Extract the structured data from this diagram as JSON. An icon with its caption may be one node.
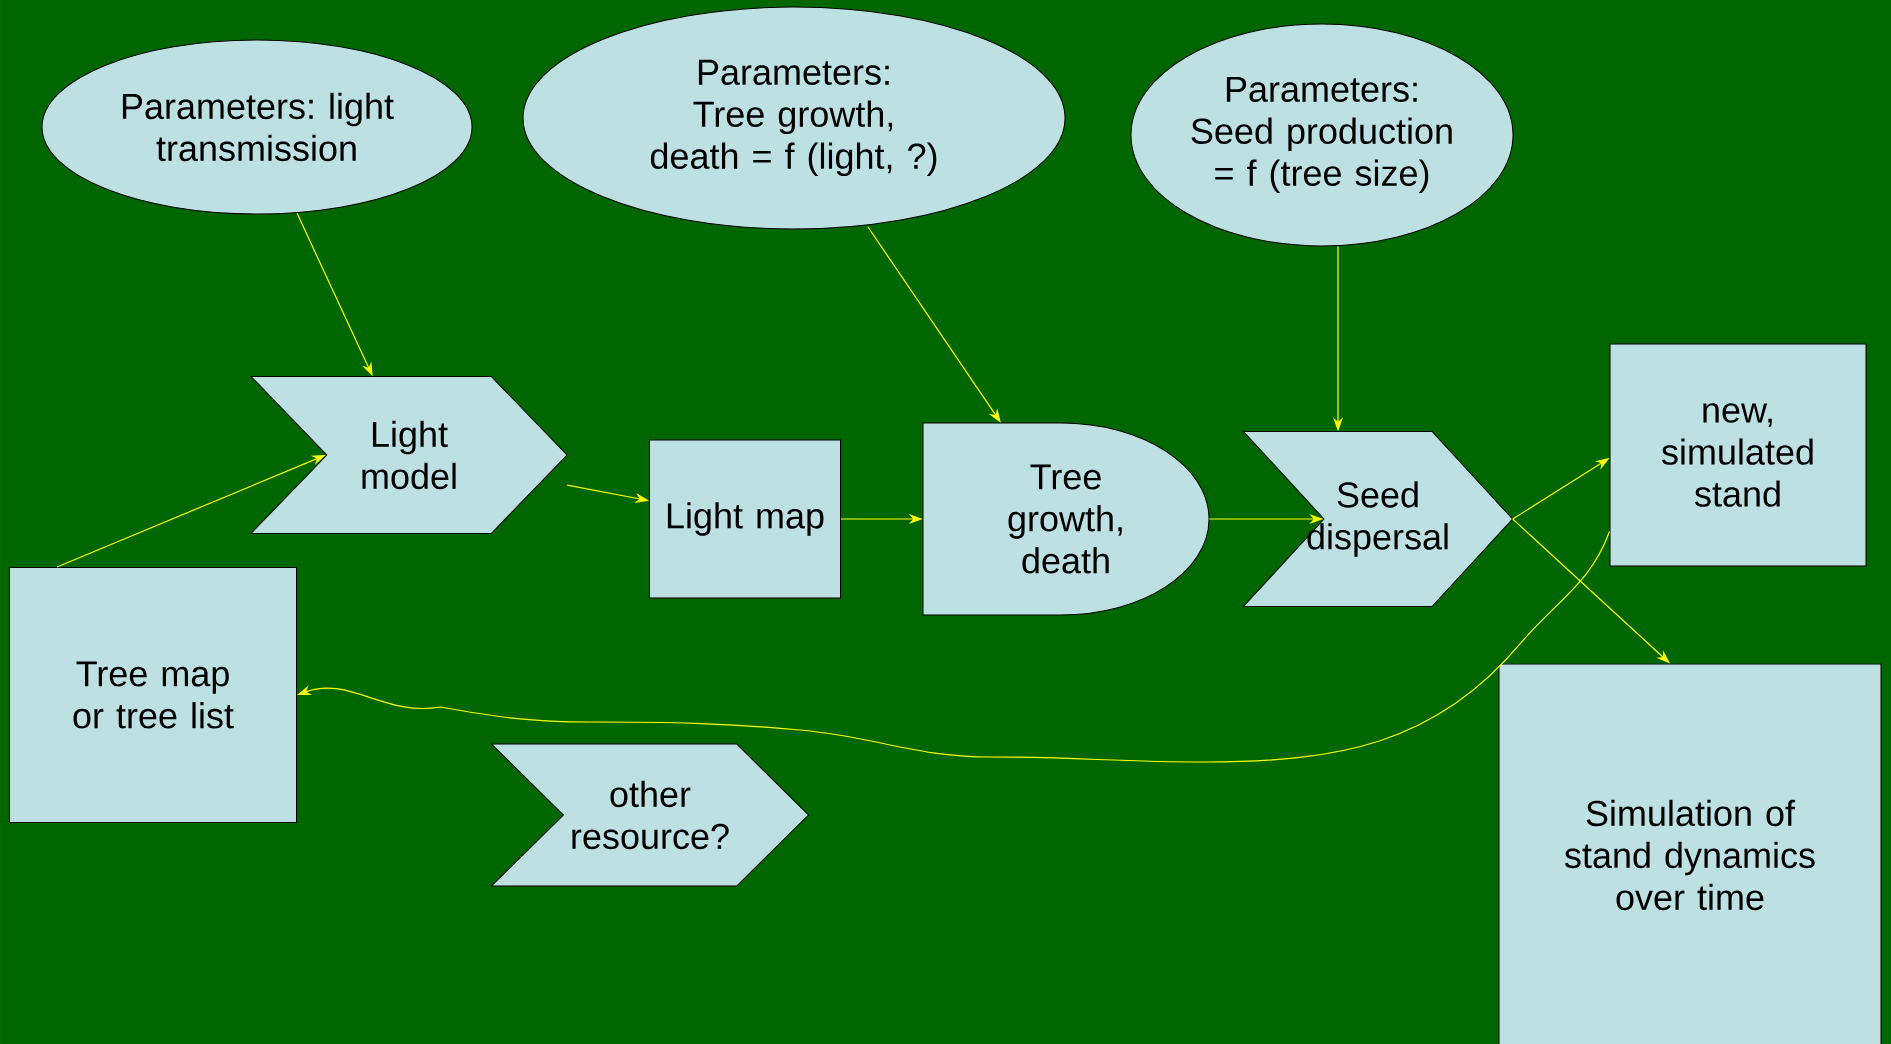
{
  "diagram": {
    "nodes": [
      {
        "text": [
          "Parameters: light transmission"
        ]
      },
      {
        "text": [
          "Parameters:",
          "Tree growth, death = f (light, ?)"
        ]
      },
      {
        "text": [
          "Parameters:",
          "Seed production = f (tree size)"
        ]
      },
      {
        "text": [
          "Light model"
        ]
      },
      {
        "text": [
          "Light map"
        ]
      },
      {
        "text": [
          "Tree growth, death"
        ]
      },
      {
        "text": [
          "Seed dispersal"
        ]
      },
      {
        "text": [
          "new, simulated stand"
        ]
      },
      {
        "text": [
          "Tree map or tree list"
        ]
      },
      {
        "text": [
          "other resource?"
        ]
      },
      {
        "text": [
          "Simulation of stand dynamics over time"
        ]
      }
    ],
    "edges": [
      {
        "from": 0,
        "to": 3,
        "arrow": "to"
      },
      {
        "from": 1,
        "to": 5,
        "arrow": "to"
      },
      {
        "from": 2,
        "to": 6,
        "arrow": "to"
      },
      {
        "from": 3,
        "to": 4,
        "arrow": "to"
      },
      {
        "from": 4,
        "to": 5,
        "arrow": "to"
      },
      {
        "from": 5,
        "to": 6,
        "arrow": "to"
      },
      {
        "from": 6,
        "to": 7,
        "arrow": "to"
      },
      {
        "from": 6,
        "to": 10,
        "arrow": "to"
      },
      {
        "from": 8,
        "to": 3,
        "arrow": "to"
      },
      {
        "from": 7,
        "to": 8,
        "arrow": "to"
      }
    ]
  }
}
